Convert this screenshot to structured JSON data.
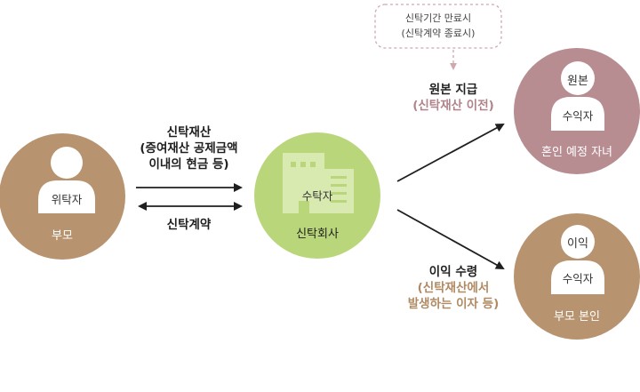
{
  "colors": {
    "brown": "#b7946f",
    "pink": "#b88d92",
    "green": "#b9d77a",
    "arrow": "#1f1f1f",
    "accent_brown": "#b08a63",
    "accent_pink": "#b0848a",
    "dashed": "#cfa8ad"
  },
  "nodes": {
    "settlor": {
      "role": "위탁자",
      "label": "부모"
    },
    "trustee": {
      "role": "수탁자",
      "label": "신탁회사"
    },
    "beneficiary_principal": {
      "tag": "원본",
      "role": "수익자",
      "label": "혼인 예정 자녀"
    },
    "beneficiary_income": {
      "tag": "이익",
      "role": "수익자",
      "label": "부모 본인"
    }
  },
  "note": {
    "line1": "신탁기간 만료시",
    "line2": "(신탁계약 종료시)"
  },
  "edges": {
    "trust_property": {
      "line1": "신탁재산",
      "line2": "(증여재산 공제금액",
      "line3": "이내의 현금 등)"
    },
    "trust_contract": {
      "label": "신탁계약"
    },
    "principal_payment": {
      "line1": "원본 지급",
      "line2": "(신탁재산 이전)"
    },
    "income_receipt": {
      "line1": "이익 수령",
      "line2": "(신탁재산에서",
      "line3": "발생하는 이자 등)"
    }
  }
}
